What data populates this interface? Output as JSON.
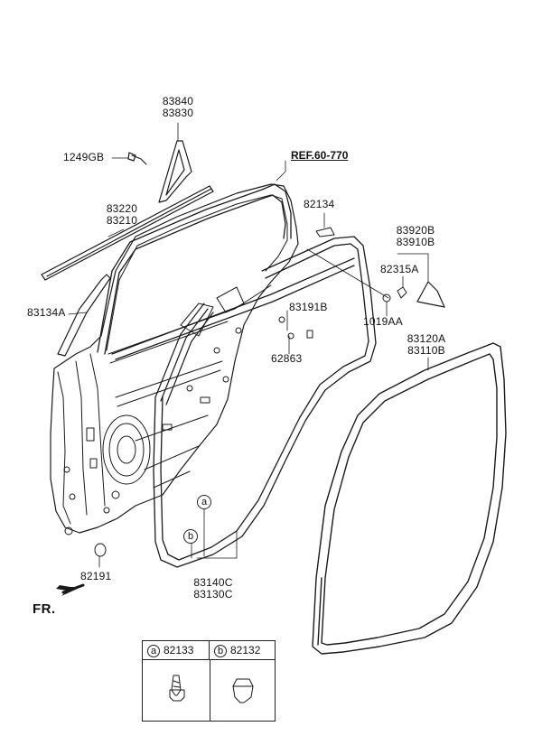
{
  "ref_label": "REF.60-770",
  "direction_label": "FR.",
  "parts": {
    "p83840": "83840",
    "p83830": "83830",
    "p1249GB": "1249GB",
    "p83220": "83220",
    "p83210": "83210",
    "p83134A": "83134A",
    "p82134": "82134",
    "p83920B": "83920B",
    "p83910B": "83910B",
    "p82315A": "82315A",
    "p1019AA": "1019AA",
    "p83191B": "83191B",
    "p62863": "62863",
    "p83120A": "83120A",
    "p83110B": "83110B",
    "p82191": "82191",
    "p83140C": "83140C",
    "p83130C": "83130C"
  },
  "callouts": {
    "a": "a",
    "b": "b"
  },
  "legend": {
    "a_marker": "a",
    "a_part": "82133",
    "b_marker": "b",
    "b_part": "82132"
  }
}
